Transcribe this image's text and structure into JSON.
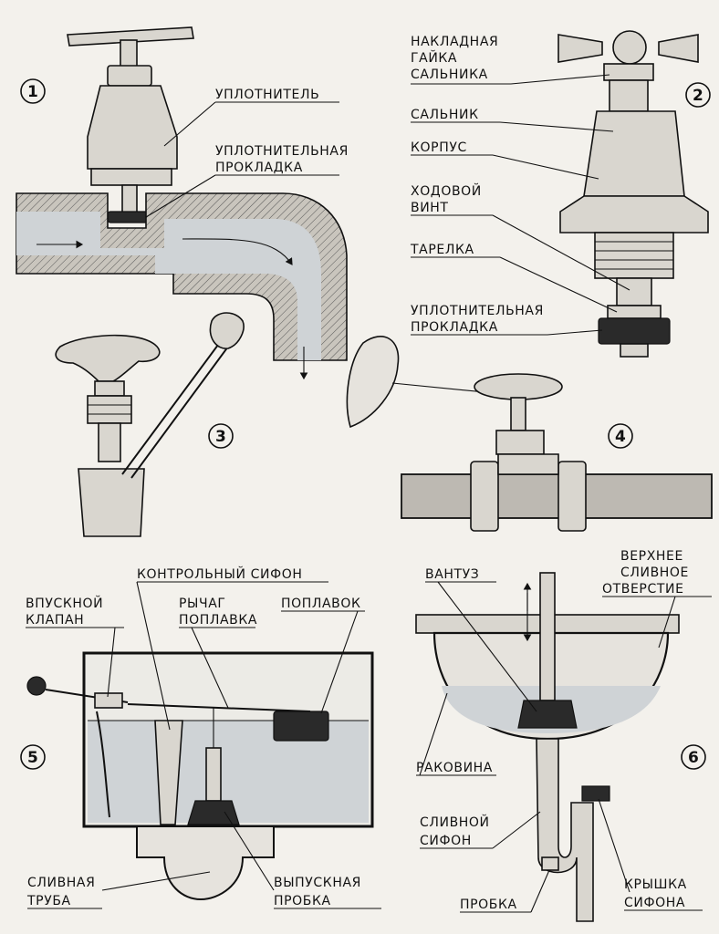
{
  "figures": [
    {
      "number": "1",
      "labels": [
        "УПЛОТНИТЕЛЬ",
        "УПЛОТНИТЕЛЬНАЯ",
        "ПРОКЛАДКА"
      ]
    },
    {
      "number": "2",
      "labels": [
        "НАКЛАДНАЯ",
        "ГАЙКА",
        "САЛЬНИКА",
        "САЛЬНИК",
        "КОРПУС",
        "ХОДОВОЙ",
        "ВИНТ",
        "ТАРЕЛКА",
        "УПЛОТНИТЕЛЬНАЯ",
        "ПРОКЛАДКА"
      ]
    },
    {
      "number": "3",
      "labels": []
    },
    {
      "number": "4",
      "labels": []
    },
    {
      "number": "5",
      "labels": [
        "КОНТРОЛЬНЫЙ СИФОН",
        "ВПУСКНОЙ",
        "КЛАПАН",
        "РЫЧАГ",
        "ПОПЛАВКА",
        "ПОПЛАВОК",
        "СЛИВНАЯ",
        "ТРУБА",
        "ВЫПУСКНАЯ",
        "ПРОБКА"
      ]
    },
    {
      "number": "6",
      "labels": [
        "ВАНТУЗ",
        "ВЕРХНЕЕ",
        "СЛИВНОЕ",
        "ОТВЕРСТИЕ",
        "РАКОВИНА",
        "СЛИВНОЙ",
        "СИФОН",
        "ПРОБКА",
        "КРЫШКА",
        "СИФОНА"
      ]
    }
  ]
}
